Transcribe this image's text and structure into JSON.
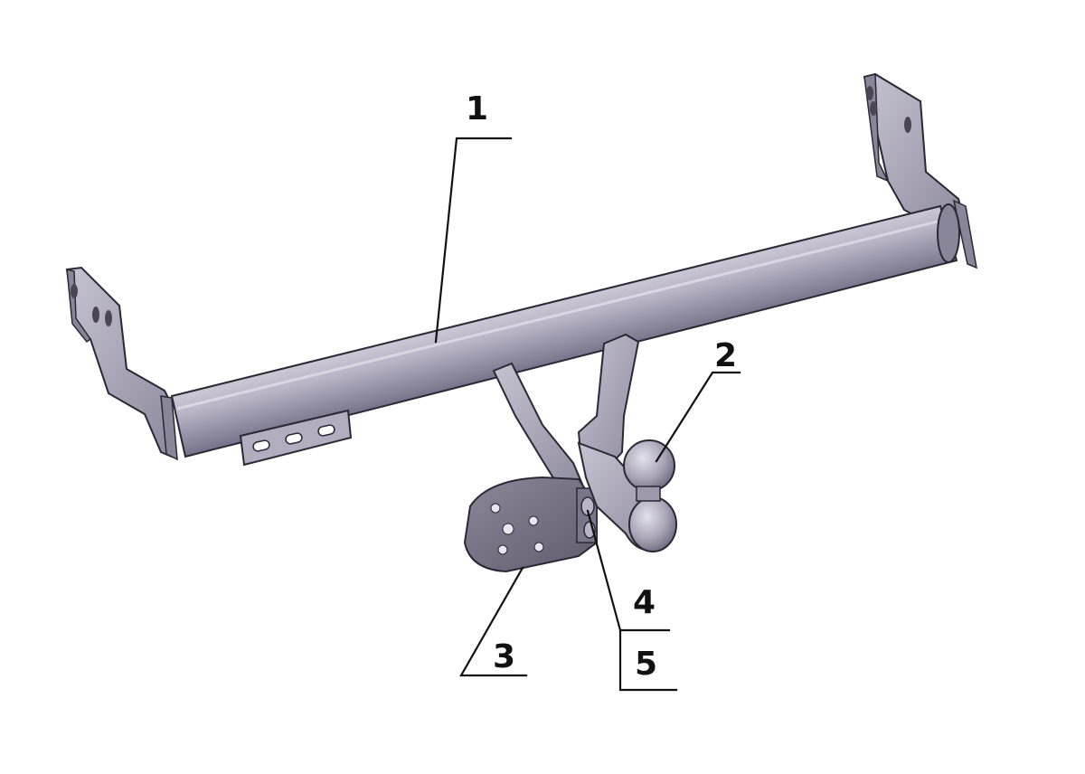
{
  "callouts": [
    {
      "id": "1",
      "text": "1"
    },
    {
      "id": "2",
      "text": "2"
    },
    {
      "id": "3",
      "text": "3"
    },
    {
      "id": "4",
      "text": "4"
    },
    {
      "id": "5",
      "text": "5"
    }
  ],
  "colors": {
    "metal_light": "#c9c6d4",
    "metal_mid": "#9d99ab",
    "metal_dark": "#6c6878",
    "outline": "#2a2833",
    "label": "#111111"
  }
}
